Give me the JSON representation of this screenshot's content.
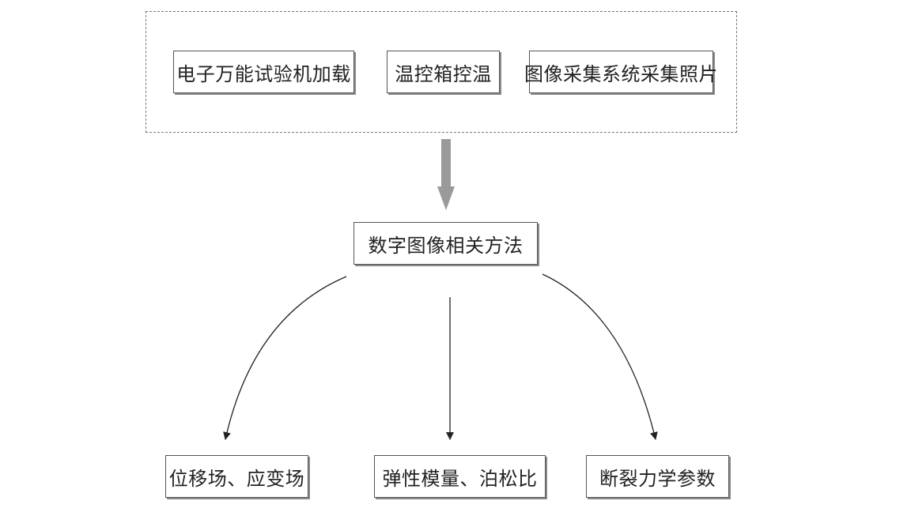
{
  "diagram": {
    "group": {
      "load": "电子万能试验机加载",
      "temperature": "温控箱控温",
      "image_capture": "图像采集系统采集照片"
    },
    "method": "数字图像相关方法",
    "outputs": {
      "displacement_strain": "位移场、应变场",
      "modulus_poisson": "弹性模量、泊松比",
      "fracture": "断裂力学参数"
    }
  },
  "colors": {
    "big_arrow": "#9a9a9a",
    "line": "#222222",
    "dashed_border": "#7a7a7a",
    "box_border": "#555555",
    "box_shadow": "#8a8a8a"
  }
}
